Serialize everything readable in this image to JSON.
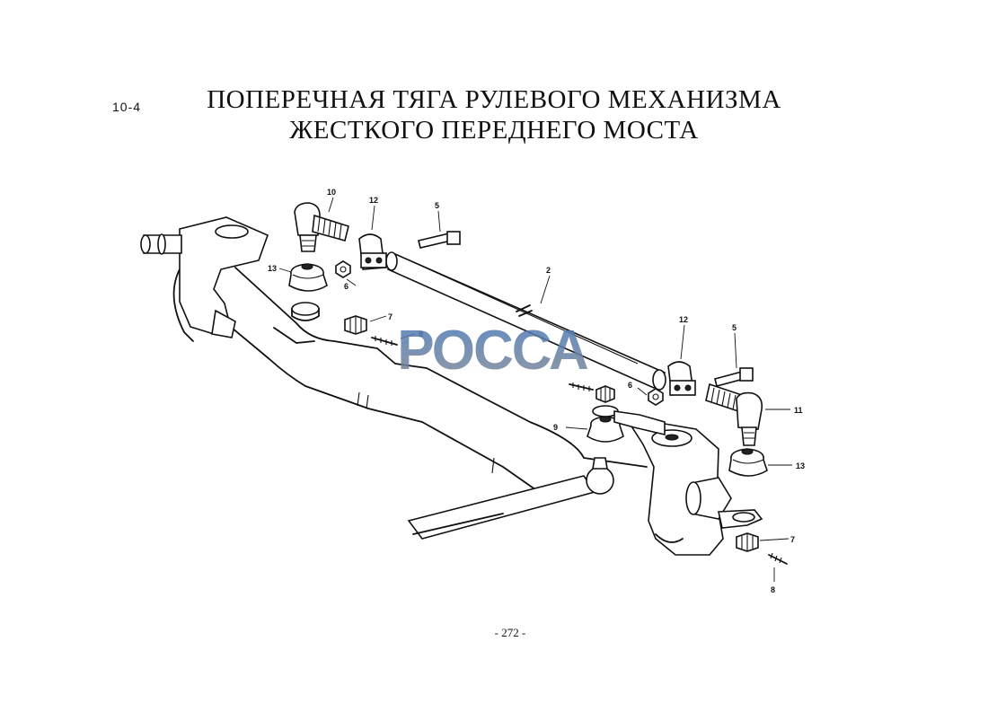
{
  "header": {
    "section_number": "10-4",
    "title_line1": "ПОПЕРЕЧНАЯ ТЯГА РУЛЕВОГО МЕХАНИЗМА",
    "title_line2": "ЖЕСТКОГО ПЕРЕДНЕГО МОСТА"
  },
  "footer": {
    "page_number": "- 272 -"
  },
  "watermark": {
    "text": "РОССА",
    "colors": [
      "#4a78b8",
      "#7d8794"
    ]
  },
  "callouts": {
    "c10": "10",
    "c12a": "12",
    "c5a": "5",
    "c13a": "13",
    "c6a": "6",
    "c7a": "7",
    "c8a": "8",
    "c2": "2",
    "c12b": "12",
    "c5b": "5",
    "c6b": "6",
    "c11": "11",
    "c9": "9",
    "c13b": "13",
    "c7b": "7",
    "c8b": "8"
  }
}
